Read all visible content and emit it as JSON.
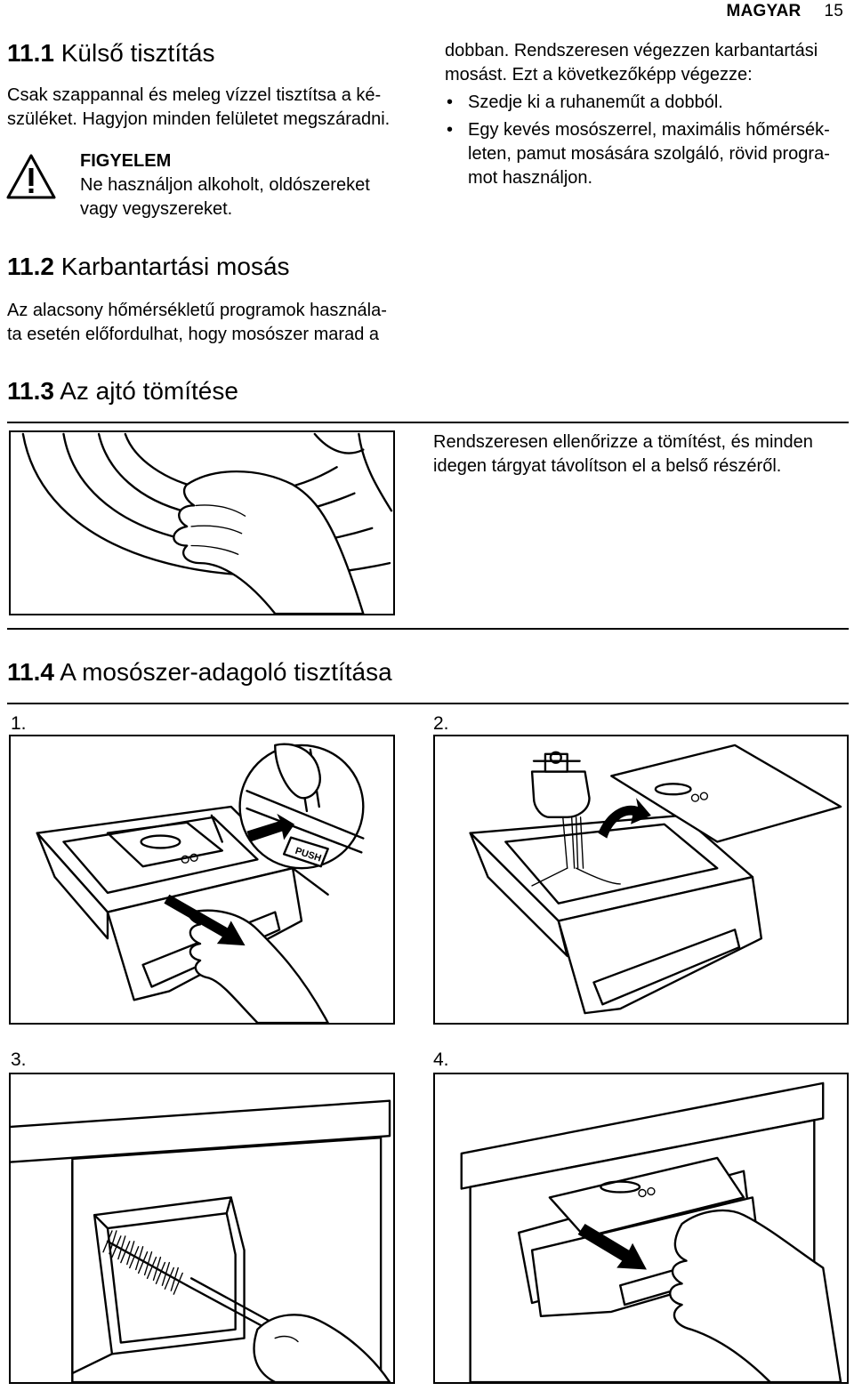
{
  "header": {
    "language": "MAGYAR",
    "page_number": "15"
  },
  "s1": {
    "num": "11.1",
    "title": "Külső tisztítás",
    "lines": [
      "Csak szappannal és meleg vízzel tisztítsa a ké-",
      "szüléket. Hagyjon minden felületet megszáradni."
    ]
  },
  "warning": {
    "title": "FIGYELEM",
    "lines": [
      "Ne használjon alkoholt, oldószereket",
      "vagy vegyszereket."
    ]
  },
  "s2": {
    "num": "11.2",
    "title": "Karbantartási mosás",
    "lines": [
      "Az alacsony hőmérsékletű programok használa-",
      "ta esetén előfordulhat, hogy mosószer marad a"
    ]
  },
  "right_col": {
    "lines": [
      "dobban. Rendszeresen végezzen karbantartási",
      "mosást. Ezt a következőképp végezze:"
    ],
    "bullet1": "Szedje ki a ruhaneműt a dobból.",
    "bullet2_lines": [
      "Egy kevés mosószerrel, maximális hőmérsék-",
      "leten, pamut mosására szolgáló, rövid progra-",
      "mot használjon."
    ]
  },
  "s3": {
    "num": "11.3",
    "title": "Az ajtó tömítése",
    "lines": [
      "Rendszeresen ellenőrizze a tömítést, és minden",
      "idegen tárgyat távolítson el a belső részéről."
    ]
  },
  "s4": {
    "num": "11.4",
    "title": "A mosószer-adagoló tisztítása",
    "steps": [
      "1.",
      "2.",
      "3.",
      "4."
    ],
    "push_label": "PUSH"
  }
}
